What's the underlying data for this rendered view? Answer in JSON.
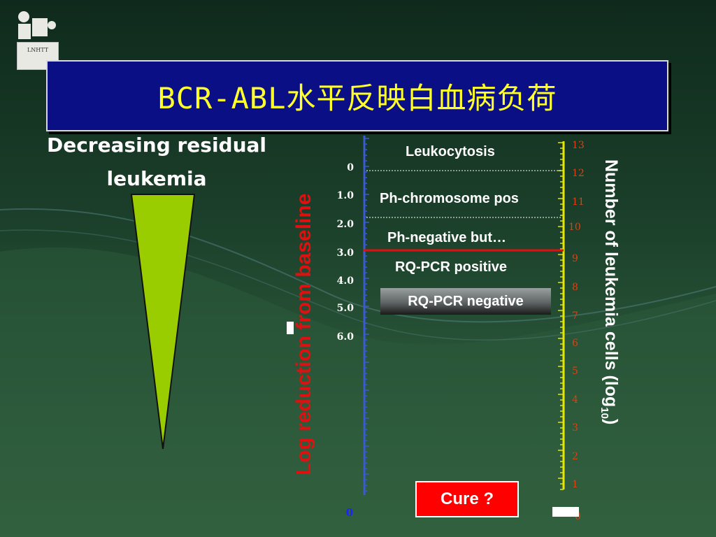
{
  "title": "BCR-ABL水平反映白血病负荷",
  "logo": {
    "text": "LNHTT"
  },
  "left_caption": {
    "line1": "Decreasing residual",
    "line2": "leukemia"
  },
  "left_axis": {
    "label": "Log reduction from baseline",
    "ticks": [
      "0",
      "1.0",
      "2.0",
      "3.0",
      "4.0",
      "5.0",
      "6.0"
    ],
    "bottom_label": "0"
  },
  "right_axis": {
    "label_prefix": "Number of leukemia cells (log",
    "label_sub": "10",
    "label_suffix": ")",
    "ticks": [
      "13",
      "12",
      "11",
      "10",
      "9",
      "8",
      "7",
      "6",
      "5",
      "4",
      "3",
      "2",
      "1",
      "0"
    ]
  },
  "zones": {
    "leukocytosis": "Leukocytosis",
    "ph_pos": "Ph-chromosome pos",
    "ph_neg": "Ph-negative but…",
    "rq_pos": "RQ-PCR positive",
    "rq_neg": "RQ-PCR negative"
  },
  "cure_label": "Cure ?",
  "colors": {
    "title_bg": "#0b0f86",
    "title_text": "#ffff2a",
    "wedge": "#9acd00",
    "threshold_line": "#e01010",
    "cure_box": "#ff0000",
    "right_scale": "#e6e600",
    "left_scale": "#3a5bd0"
  }
}
